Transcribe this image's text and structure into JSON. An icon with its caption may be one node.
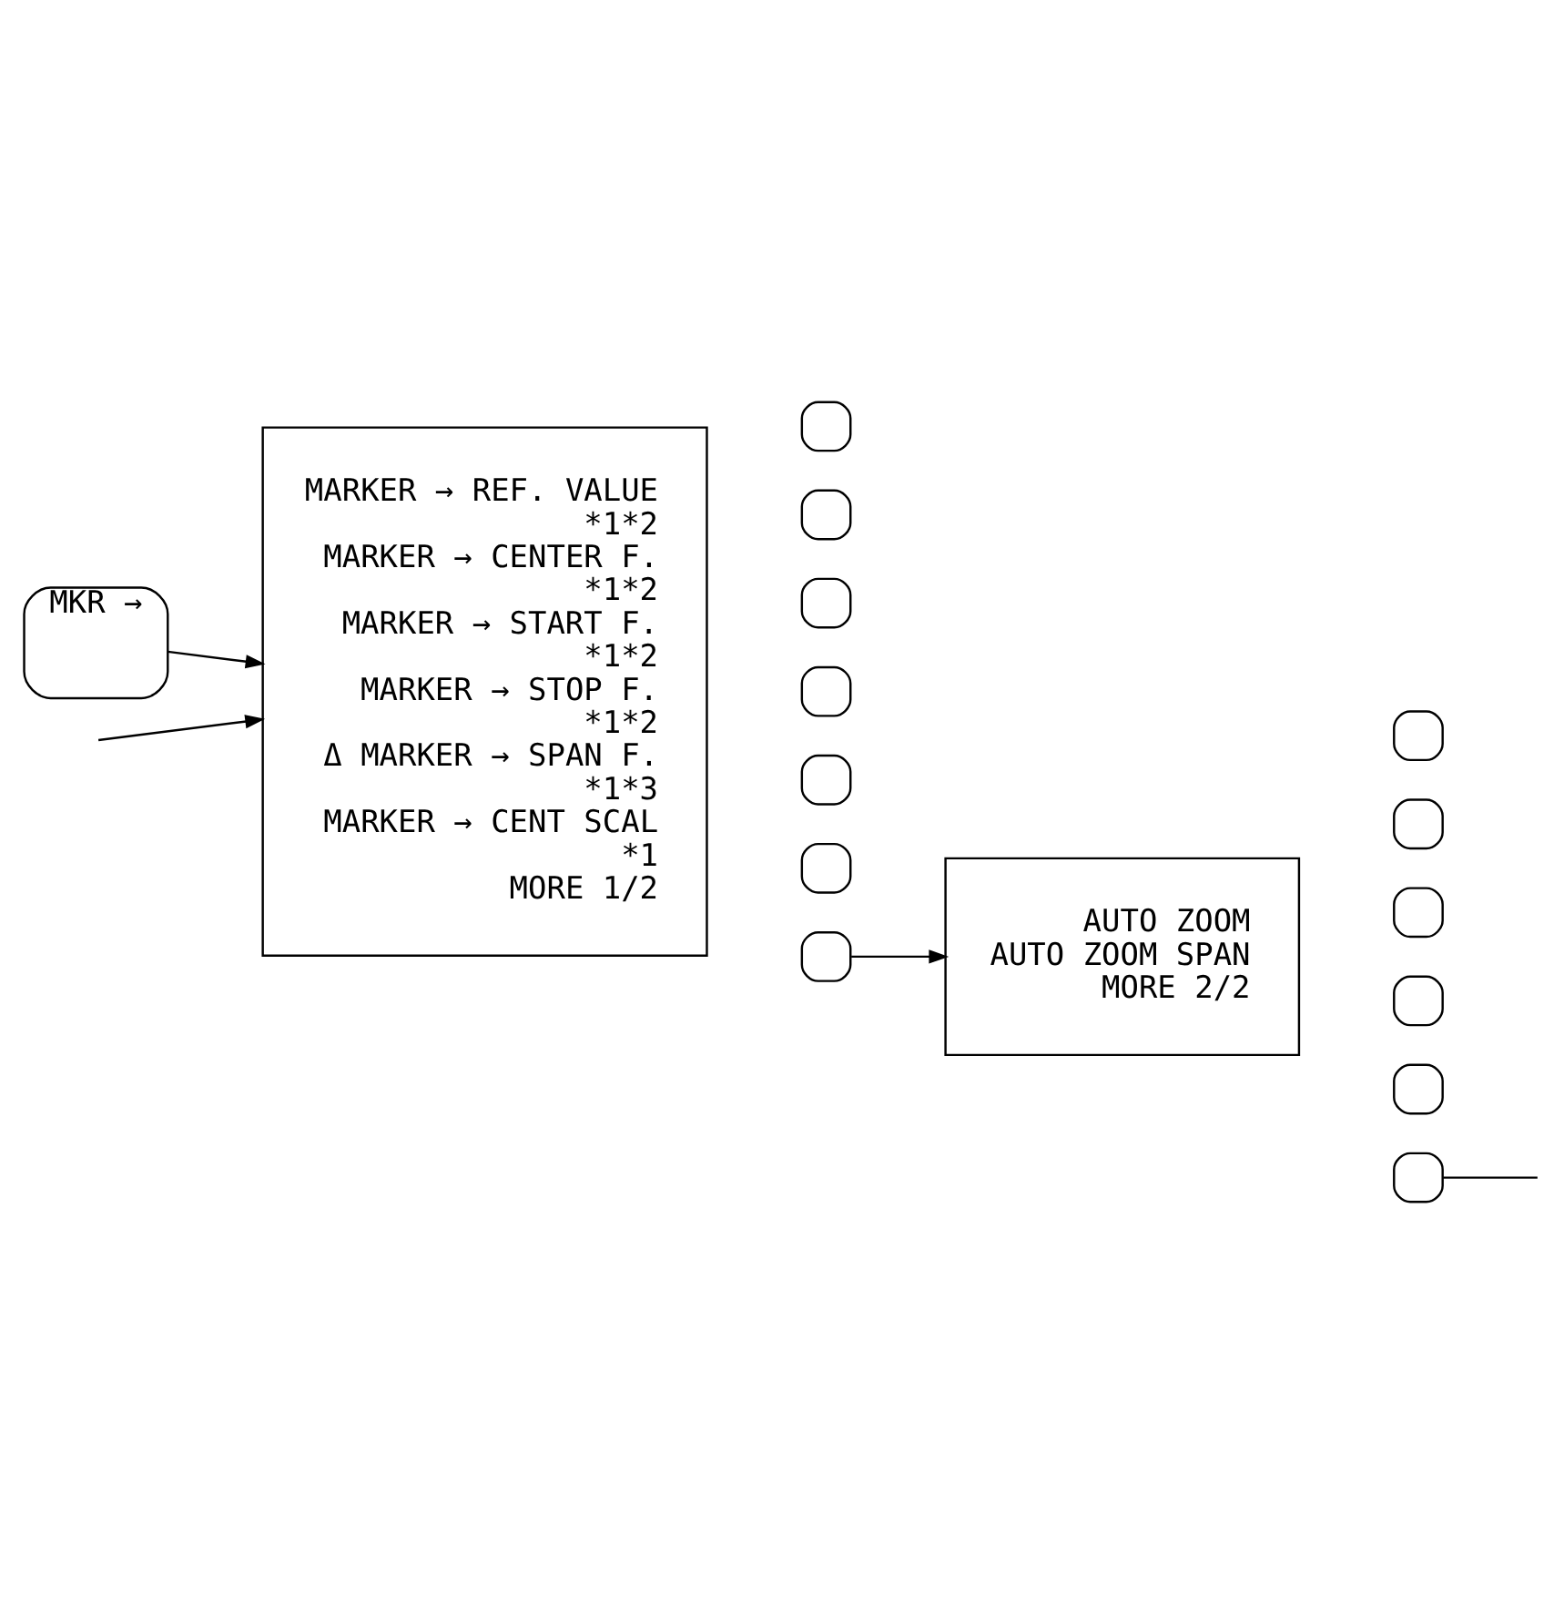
{
  "diagram": {
    "nodes": [
      {
        "text": [
          "MKR →"
        ]
      },
      {
        "text": [
          "MARKER → REF. VALUE",
          "*1*2",
          "MARKER → CENTER F.",
          "*1*2",
          "MARKER → START F.",
          "*1*2",
          "MARKER → STOP F.",
          "*1*2",
          "Δ MARKER → SPAN F.",
          "*1*3",
          "MARKER → CENT SCAL",
          "*1",
          "MORE 1/2"
        ]
      },
      {
        "text": [
          "AUTO ZOOM",
          "AUTO ZOOM SPAN",
          "MORE 2/2"
        ]
      },
      {
        "text": [],
        "shape": "box"
      },
      {
        "text": [],
        "shape": "box"
      },
      {
        "text": [],
        "shape": "box"
      },
      {
        "text": [],
        "shape": "box"
      },
      {
        "text": [],
        "shape": "box"
      },
      {
        "text": [],
        "shape": "box"
      },
      {
        "text": [],
        "shape": "box"
      },
      {
        "text": [],
        "shape": "box"
      },
      {
        "text": [],
        "shape": "box"
      },
      {
        "text": [],
        "shape": "box"
      },
      {
        "text": [],
        "shape": "box"
      },
      {
        "text": [],
        "shape": "box"
      },
      {
        "text": [],
        "shape": "box"
      }
    ],
    "edges": [
      {
        "from": 0,
        "to": 1,
        "arrow": "to"
      },
      {
        "from": null,
        "to": 1,
        "arrow": "to"
      },
      {
        "from": 9,
        "to": 2,
        "arrow": "to"
      },
      {
        "from": 15,
        "to": null,
        "arrow": "none"
      }
    ]
  }
}
